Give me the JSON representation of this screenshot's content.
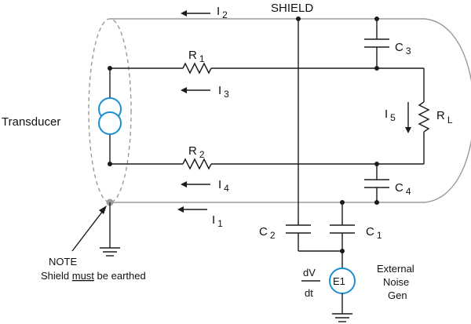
{
  "labels": {
    "shield": "SHIELD",
    "transducer": "Transducer",
    "note_title": "NOTE",
    "note_pre": "Shield ",
    "note_em": "must",
    "note_post": " be earthed",
    "r1": "R",
    "r1_sub": "1",
    "r2": "R",
    "r2_sub": "2",
    "rl": "R",
    "rl_sub": "L",
    "c1": "C",
    "c1_sub": "1",
    "c2": "C",
    "c2_sub": "2",
    "c3": "C",
    "c3_sub": "3",
    "c4": "C",
    "c4_sub": "4",
    "i1": "I",
    "i1_sub": "1",
    "i2": "I",
    "i2_sub": "2",
    "i3": "I",
    "i3_sub": "3",
    "i4": "I",
    "i4_sub": "4",
    "i5": "I",
    "i5_sub": "5",
    "dv": "dV",
    "dt": "dt",
    "e1": "E1",
    "ext1": "External",
    "ext2": "Noise",
    "ext3": "Gen"
  },
  "colors": {
    "wire": "#1a1a1a",
    "shield": "#9a9a9a",
    "source": "#1a8fd0"
  }
}
